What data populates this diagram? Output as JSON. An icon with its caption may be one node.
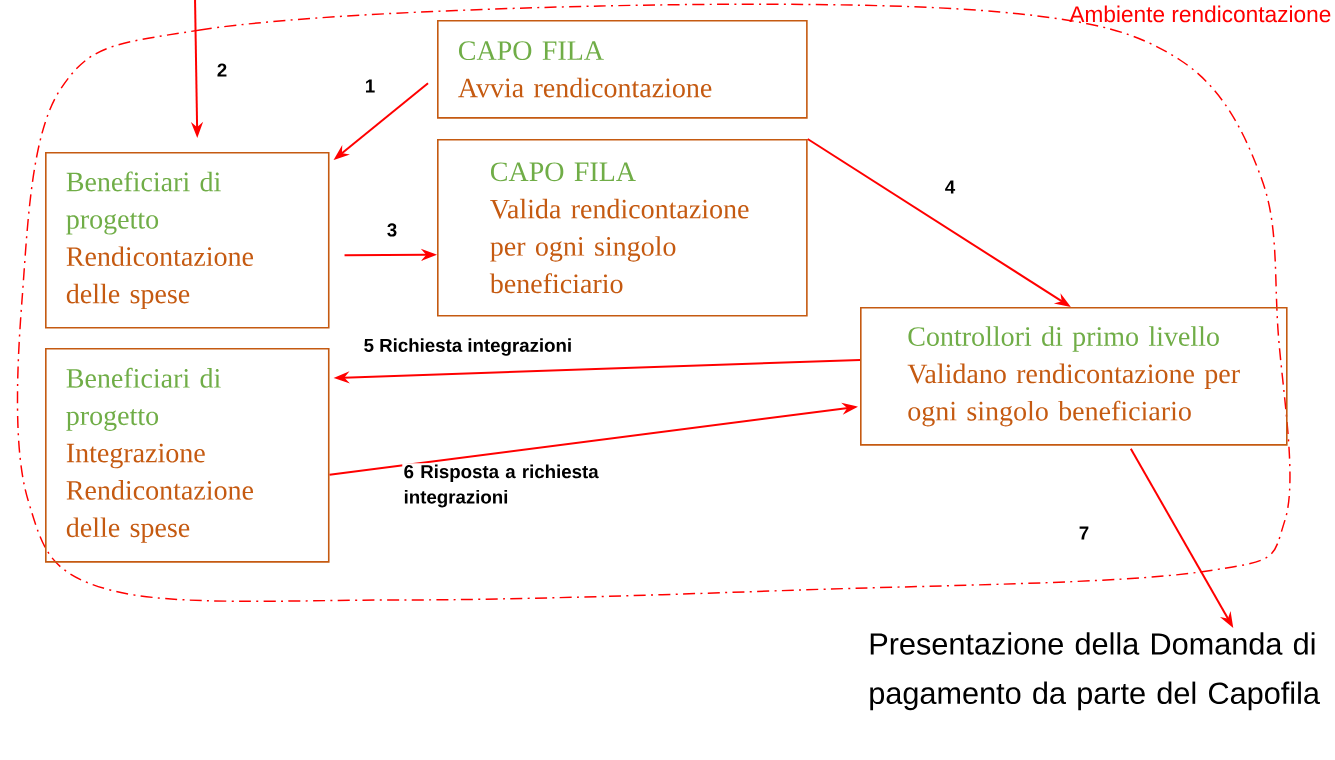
{
  "diagram": {
    "nodes": [
      {
        "text": [
          "Ambiente rendicontazione"
        ]
      },
      {
        "text": [
          "CAPO FILA",
          "Avvia rendicontazione"
        ],
        "in": 0
      },
      {
        "text": [
          "Beneficiari di progetto",
          "Rendicontazione delle spese"
        ],
        "in": 0
      },
      {
        "text": [
          "CAPO FILA",
          "Valida rendicontazione per ogni singolo beneficiario"
        ],
        "in": 0
      },
      {
        "text": [
          "Beneficiari di progetto",
          "Integrazione Rendicontazione delle spese"
        ],
        "in": 0
      },
      {
        "text": [
          "Controllori di primo livello",
          "Validano rendicontazione per ogni singolo beneficiario"
        ],
        "in": 0
      },
      {
        "text": [
          "Presentazione della Domanda di pagamento da parte del Capofila"
        ]
      }
    ],
    "edges": [
      {
        "from": 1,
        "to": 2,
        "arrow": "to",
        "label": "1"
      },
      {
        "from": null,
        "to": 2,
        "arrow": "to",
        "label": "2"
      },
      {
        "from": 2,
        "to": 3,
        "arrow": "to",
        "label": "3"
      },
      {
        "from": 3,
        "to": 5,
        "arrow": "to",
        "label": "4"
      },
      {
        "from": 5,
        "to": 4,
        "arrow": "to",
        "label": "5 Richiesta integrazioni"
      },
      {
        "from": 4,
        "to": 5,
        "arrow": "to",
        "label": "6 Risposta a richiesta integrazioni"
      },
      {
        "from": 5,
        "to": 6,
        "arrow": "to",
        "label": "7"
      }
    ]
  }
}
